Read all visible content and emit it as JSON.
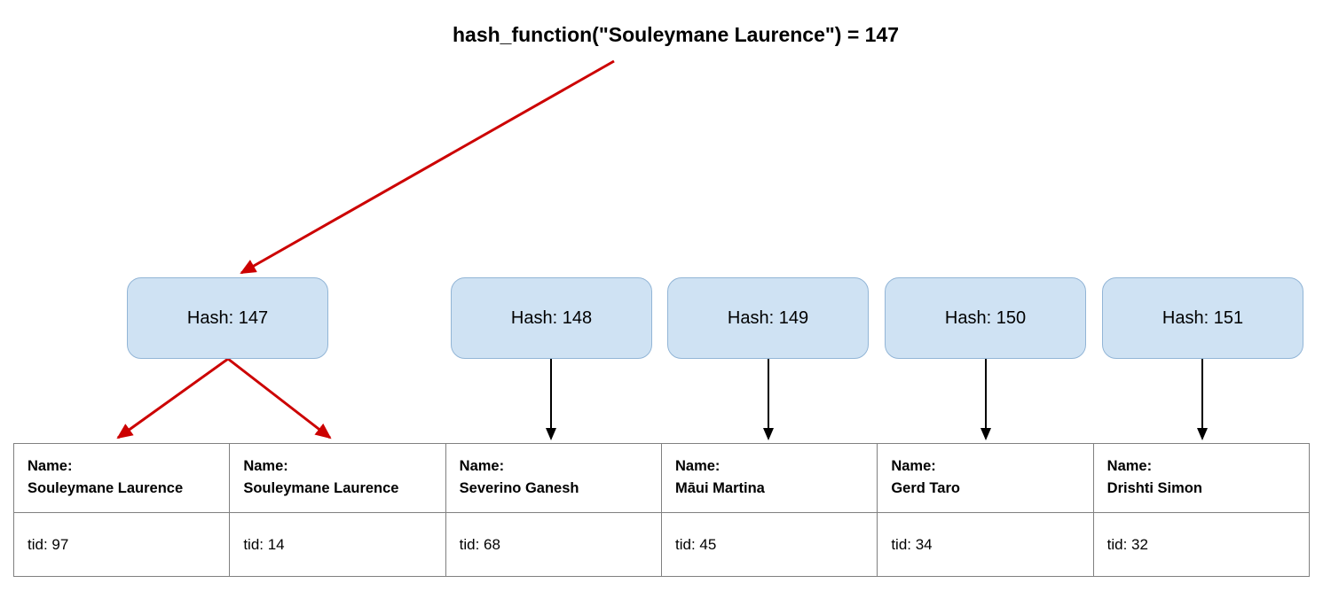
{
  "title": "hash_function(\"Souleymane Laurence\") = 147",
  "buckets": [
    {
      "label": "Hash: 147"
    },
    {
      "label": "Hash: 148"
    },
    {
      "label": "Hash: 149"
    },
    {
      "label": "Hash: 150"
    },
    {
      "label": "Hash: 151"
    }
  ],
  "records": [
    {
      "name_label": "Name:",
      "name": "Souleymane Laurence",
      "tid_text": "tid: 97"
    },
    {
      "name_label": "Name:",
      "name": "Souleymane Laurence",
      "tid_text": "tid: 14"
    },
    {
      "name_label": "Name:",
      "name": "Severino Ganesh",
      "tid_text": "tid: 68"
    },
    {
      "name_label": "Name:",
      "name": "Māui Martina",
      "tid_text": "tid: 45"
    },
    {
      "name_label": "Name:",
      "name": "Gerd Taro",
      "tid_text": "tid: 34"
    },
    {
      "name_label": "Name:",
      "name": "Drishti Simon",
      "tid_text": "tid: 32"
    }
  ],
  "colors": {
    "red_arrow": "#cc0000",
    "black_arrow": "#000000",
    "bucket_fill": "#cfe2f3",
    "bucket_border": "#92b5d6",
    "table_border": "#808080"
  }
}
